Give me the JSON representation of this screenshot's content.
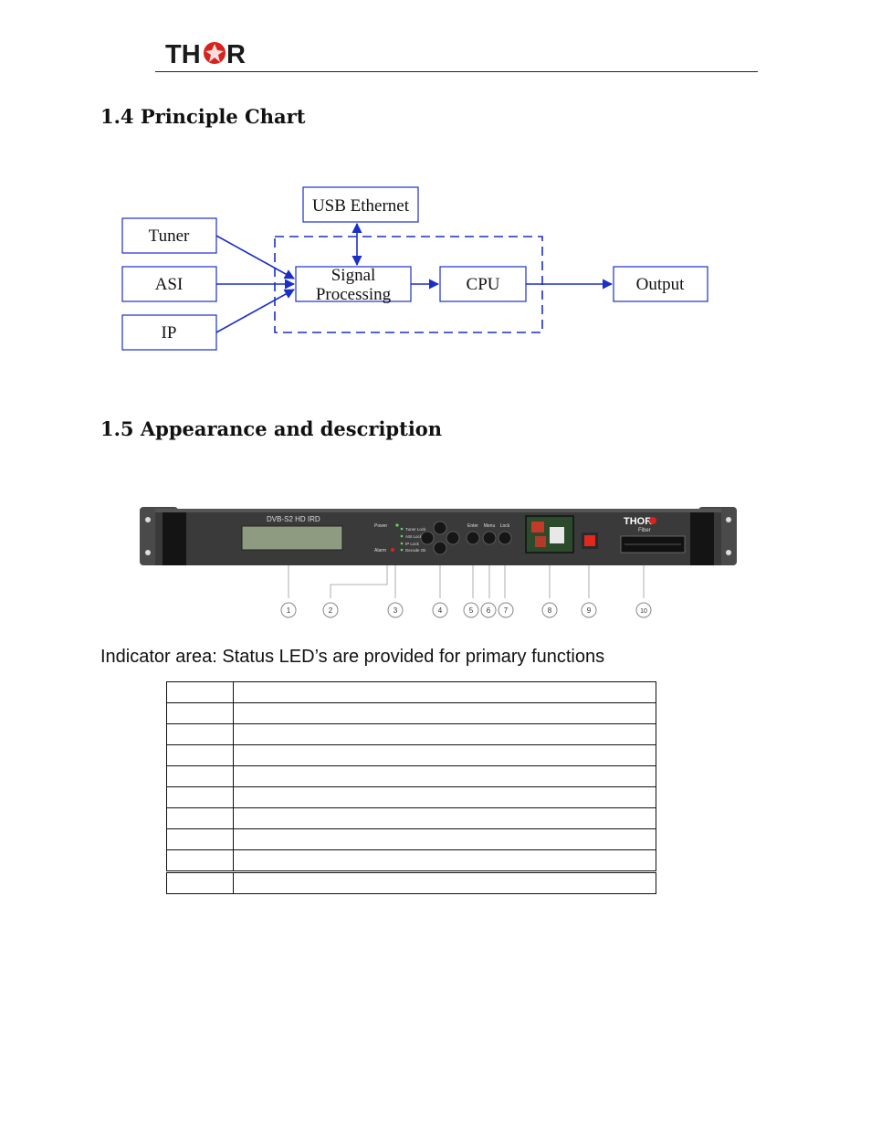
{
  "header": {
    "logo_text": "THOR"
  },
  "section_1_4": {
    "heading": "1.4 Principle Chart"
  },
  "diagram": {
    "nodes": {
      "usb": "USB Ethernet",
      "tuner": "Tuner",
      "asi": "ASI",
      "ip": "IP",
      "signal_line1": "Signal",
      "signal_line2": "Processing",
      "cpu": "CPU",
      "output": "Output"
    }
  },
  "section_1_5": {
    "heading": "1.5 Appearance and description"
  },
  "device": {
    "model_label": "DVB-S2 HD IRD",
    "brand": "THOR",
    "brand_sub": "Fiber",
    "led_power": "Power",
    "led_alarm": "Alarm",
    "led_labels": [
      "Tuner Lock",
      "ASI Lock",
      "IP Lock",
      "Decode Ok"
    ],
    "button_labels": [
      "Enter",
      "Menu",
      "Lock"
    ],
    "callouts": [
      "1",
      "2",
      "3",
      "4",
      "5",
      "6",
      "7",
      "8",
      "9",
      "10"
    ],
    "colors": {
      "panel": "#3a3a3a",
      "handle": "#141414",
      "lcd": "#8f9b80",
      "power_button": "#e0281e"
    }
  },
  "indicator": {
    "caption": "Indicator area: Status LED’s are provided for primary functions",
    "rows": [
      [
        "",
        ""
      ],
      [
        "",
        ""
      ],
      [
        "",
        ""
      ],
      [
        "",
        ""
      ],
      [
        "",
        ""
      ],
      [
        "",
        ""
      ],
      [
        "",
        ""
      ],
      [
        "",
        ""
      ],
      [
        "",
        ""
      ],
      [
        "",
        ""
      ]
    ]
  },
  "colors": {
    "diagram_blue": "#1a2fc8",
    "logo_red": "#d8221c"
  }
}
